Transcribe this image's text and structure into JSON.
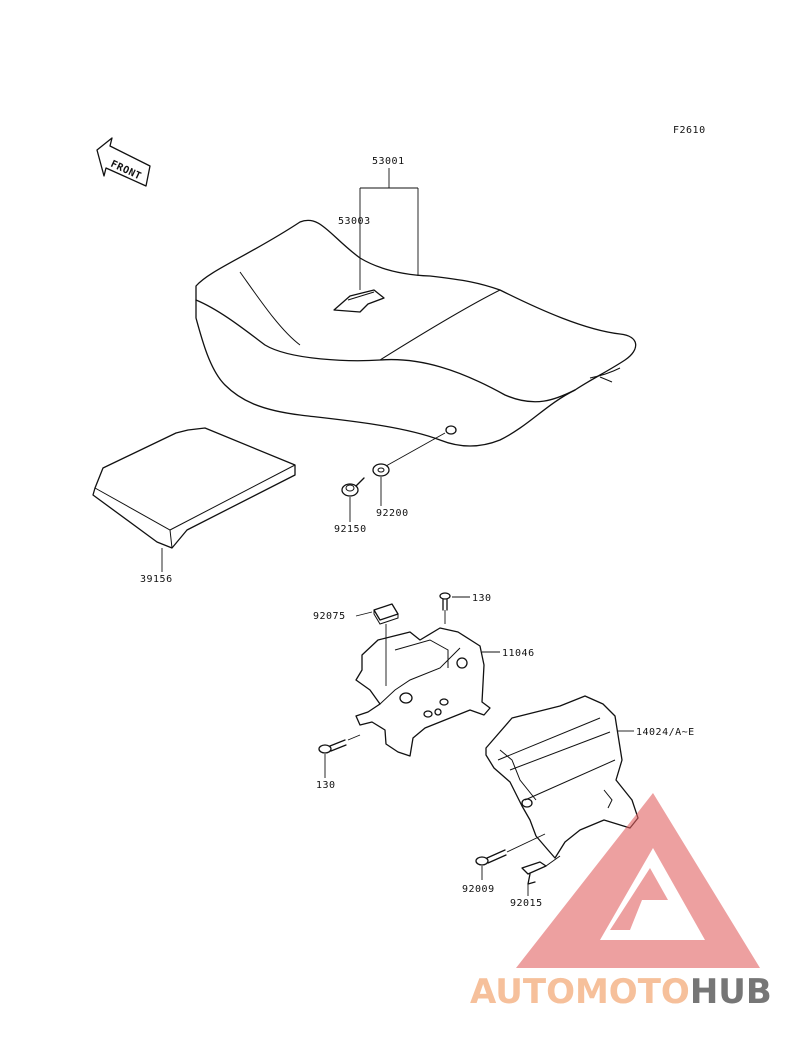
{
  "diagram": {
    "figure_code": "F2610",
    "front_label": "FRONT",
    "part_labels": {
      "seat_assy": "53001",
      "seat_logo": "53003",
      "tray": "39156",
      "bolt_seat": "92150",
      "washer_seat": "92200",
      "pad": "92075",
      "bolt_top": "130",
      "bracket": "11046",
      "bolt_left": "130",
      "case": "14024/A~E",
      "bolt_case": "92009",
      "clamp": "92015"
    }
  },
  "watermark": {
    "text_part1": "AUTOMOTO",
    "text_part2": "HUB",
    "color_light": "#f4b183",
    "color_dark": "#555555",
    "triangle_color": "#e06060"
  }
}
